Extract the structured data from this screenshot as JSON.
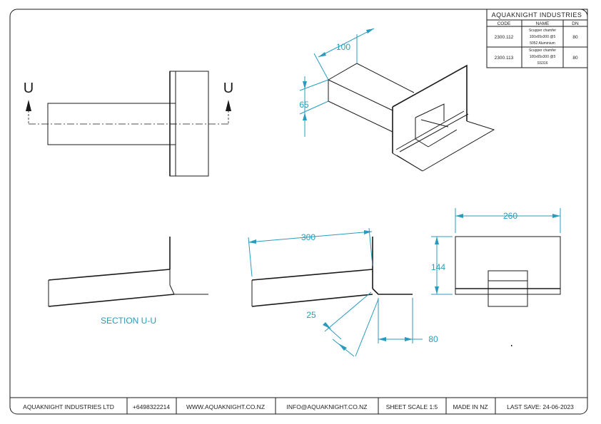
{
  "title_block": {
    "company": "AQUAKNIGHT INDUSTRIES",
    "headers": [
      "CODE",
      "NAME",
      "DN"
    ],
    "rows": [
      {
        "code": "2300.112",
        "name_lines": [
          "Scupper chamfer",
          "100x65x300 @5",
          "5052 Aluminium"
        ],
        "dn": "80"
      },
      {
        "code": "2300.113",
        "name_lines": [
          "Scupper chamfer",
          "100x65x300 @5",
          "SS316"
        ],
        "dn": "80"
      }
    ]
  },
  "section_markers": {
    "left": "U",
    "right": "U"
  },
  "dimensions": {
    "iso_width": "100",
    "iso_height": "65",
    "length": "300",
    "chamfer": "25",
    "flange": "80",
    "plate_width": "260",
    "plate_height": "144"
  },
  "section_label": "SECTION U-U",
  "footer": {
    "company": "AQUAKNIGHT INDUSTRIES LTD",
    "phone": "+6498322214",
    "website": "WWW.AQUAKNIGHT.CO.NZ",
    "email": "INFO@AQUAKNIGHT.CO.NZ",
    "scale": "SHEET SCALE 1:5",
    "origin": "MADE IN NZ",
    "saved": "LAST SAVE: 24-06-2023"
  }
}
